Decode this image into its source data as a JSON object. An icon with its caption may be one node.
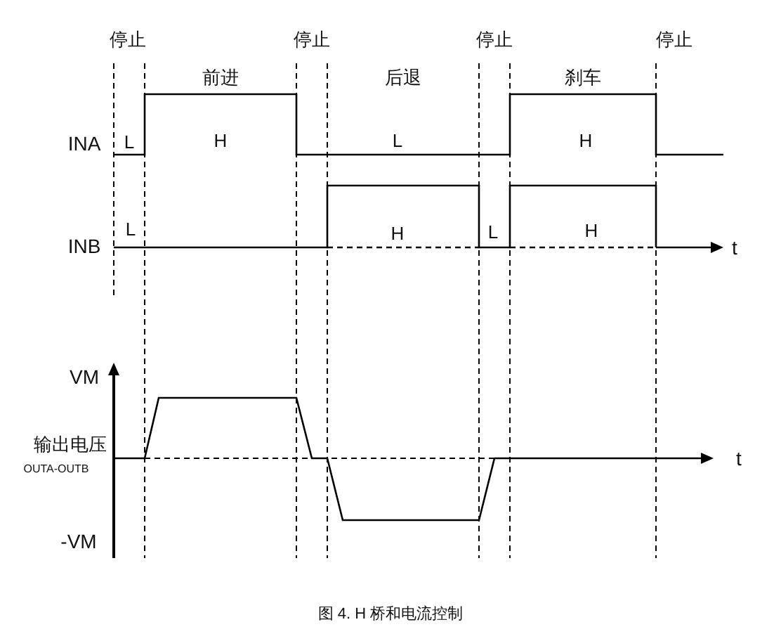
{
  "diagram": {
    "caption": "图 4. H 桥和电流控制",
    "labels": [
      "停止",
      "停止",
      "停止",
      "停止",
      "前进",
      "后退",
      "刹车",
      "INA",
      "L",
      "H",
      "L",
      "H",
      "INB",
      "L",
      "H",
      "L",
      "H",
      "t",
      "VM",
      "输出电压",
      "OUTA-OUTB",
      "t",
      "-VM"
    ]
  }
}
